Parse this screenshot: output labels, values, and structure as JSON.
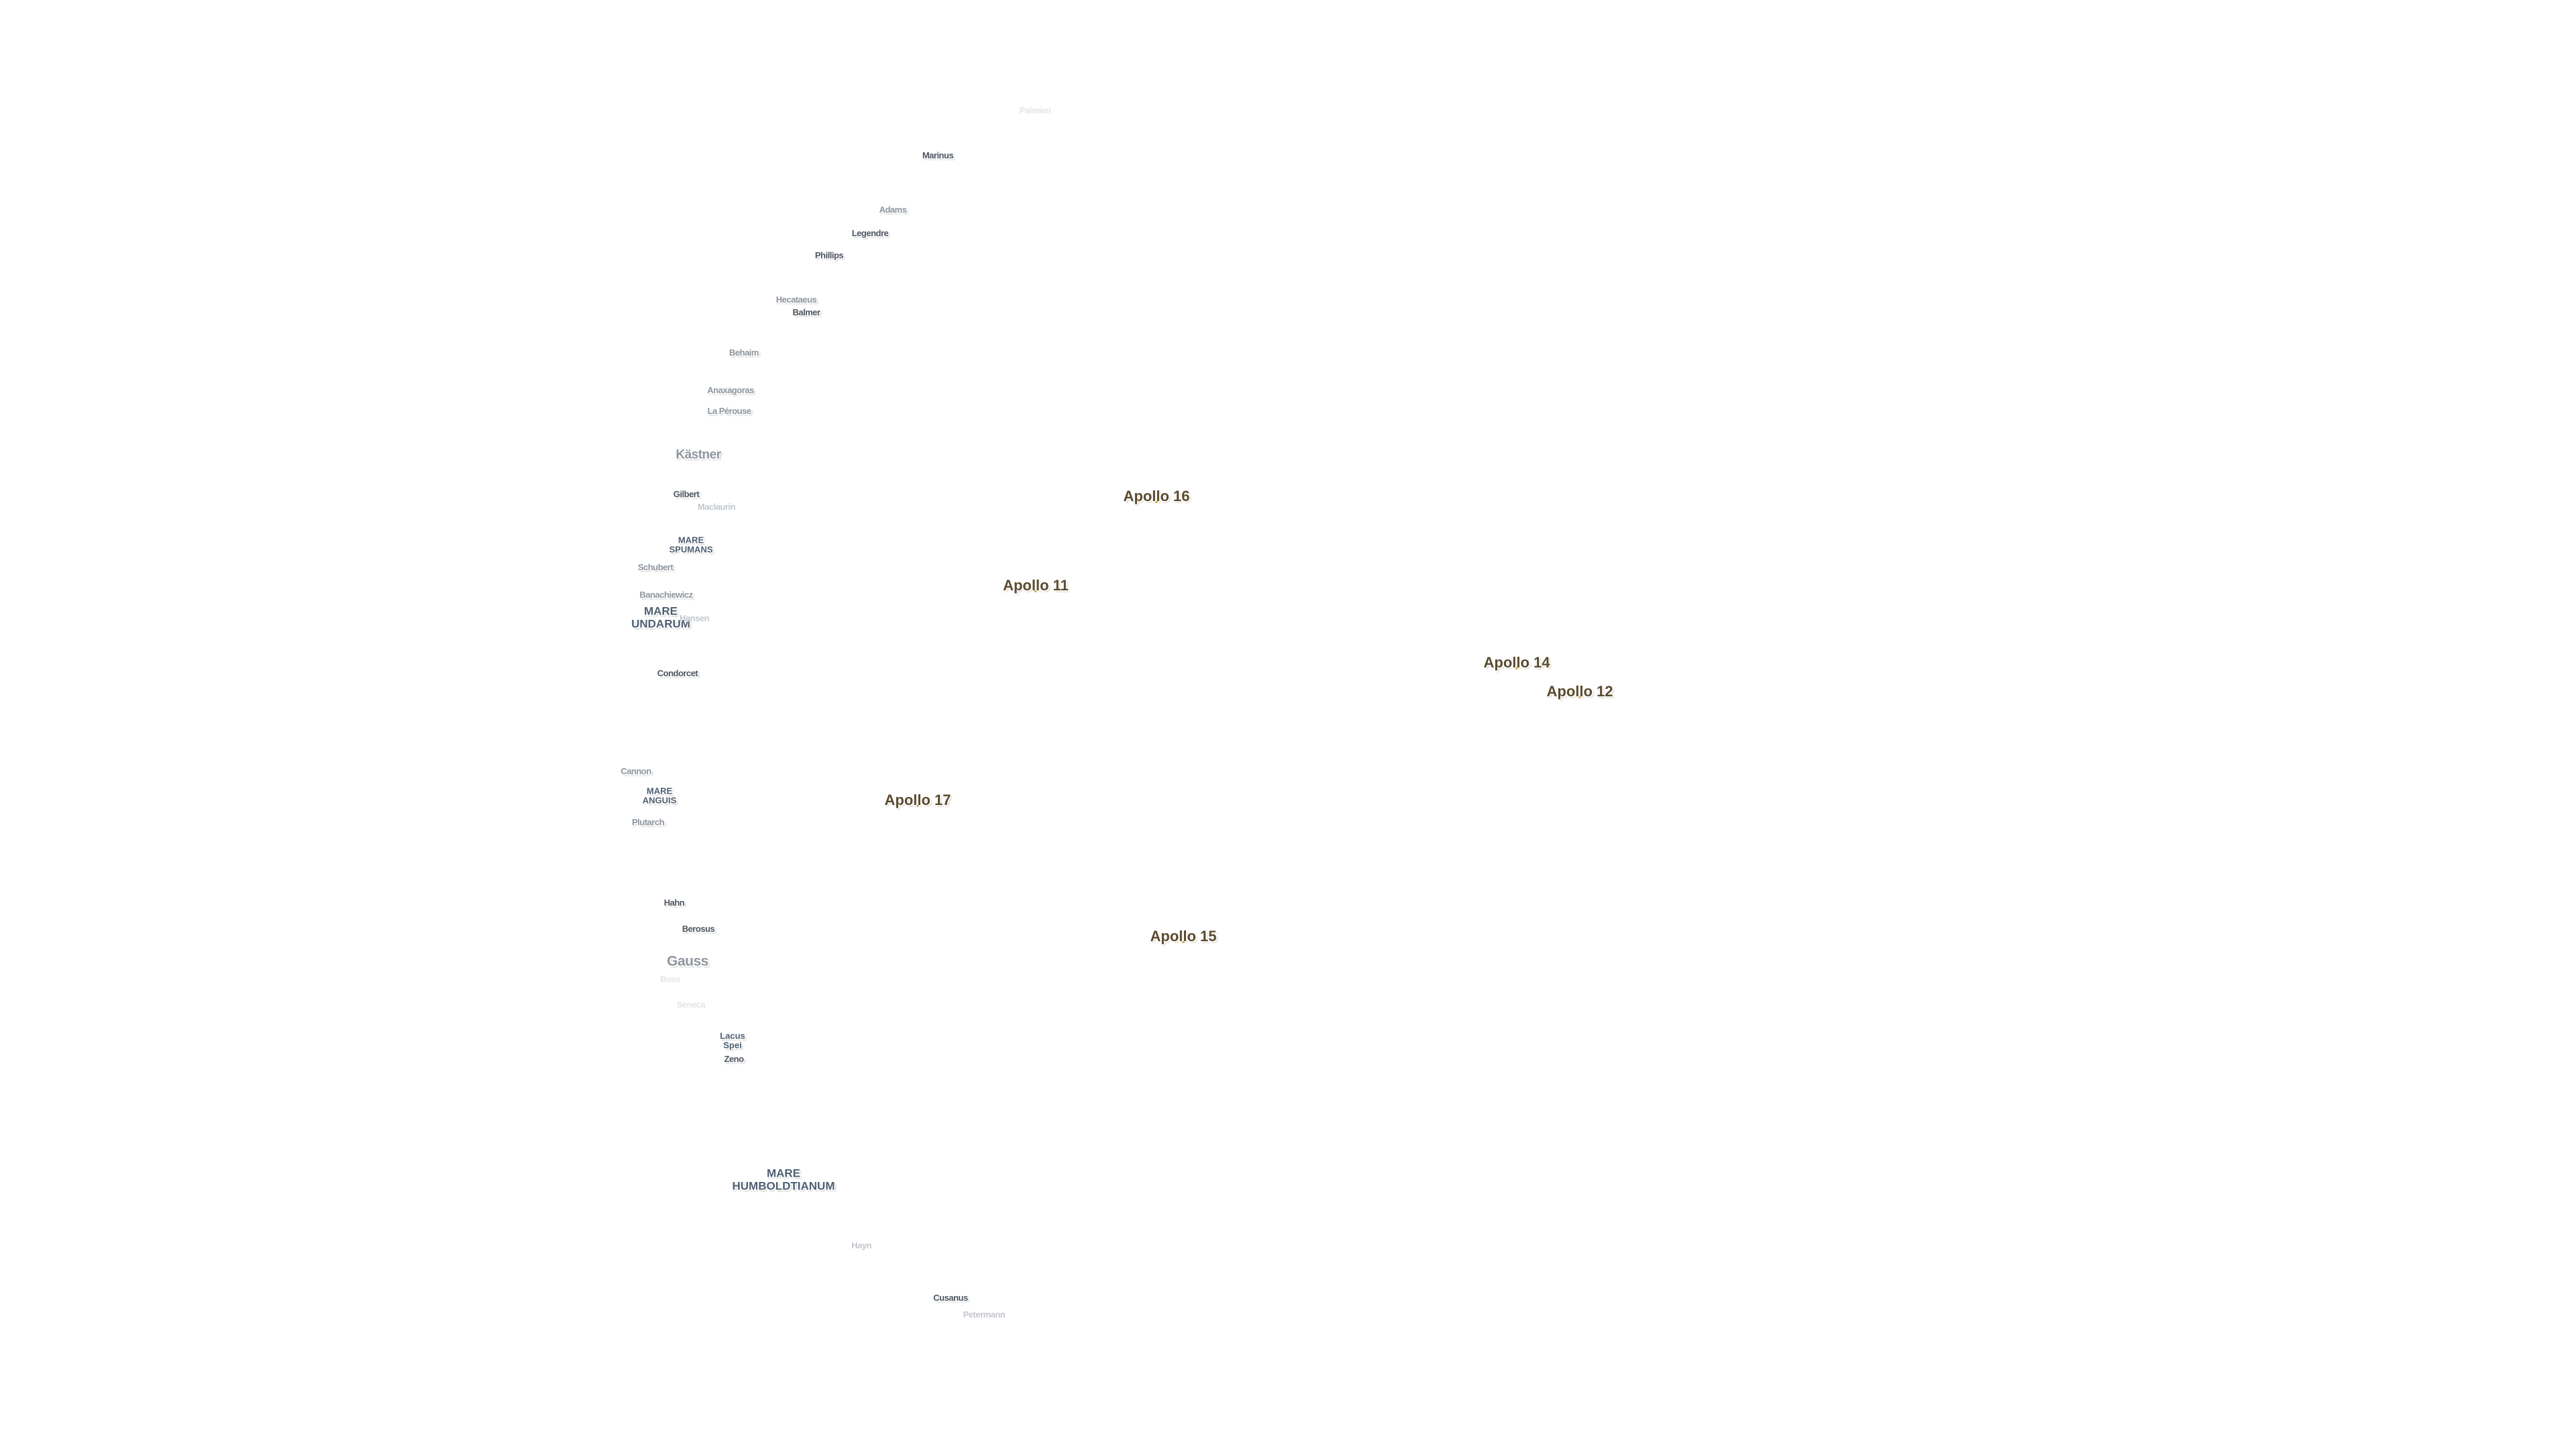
{
  "map": {
    "features": [
      {
        "label": "Palmieri",
        "style": "vvfaint"
      },
      {
        "label": "Marinus",
        "style": ""
      },
      {
        "label": "Adams",
        "style": "faint"
      },
      {
        "label": "Legendre",
        "style": ""
      },
      {
        "label": "Phillips",
        "style": ""
      },
      {
        "label": "Hecataeus",
        "style": "faint"
      },
      {
        "label": "Balmer",
        "style": ""
      },
      {
        "label": "Behaim",
        "style": "faint"
      },
      {
        "label": "Anaxagoras",
        "style": "faint"
      },
      {
        "label": "La Pérouse",
        "style": "faint"
      },
      {
        "label": "Kästner",
        "style": "faint big"
      },
      {
        "label": "Gilbert",
        "style": ""
      },
      {
        "label": "Maclaurin",
        "style": "vfaint"
      },
      {
        "label": "MARE\nSPUMANS",
        "style": "mare"
      },
      {
        "label": "Schubert",
        "style": "faint"
      },
      {
        "label": "Banachiewicz",
        "style": "faint"
      },
      {
        "label": "MARE\nUNDARUM",
        "style": "mare-l"
      },
      {
        "label": "Hansen",
        "style": "vfaint"
      },
      {
        "label": "Condorcet",
        "style": ""
      },
      {
        "label": "Cannon",
        "style": "faint"
      },
      {
        "label": "MARE\nANGUIS",
        "style": "mare"
      },
      {
        "label": "Plutarch",
        "style": "faint"
      },
      {
        "label": "Hahn",
        "style": ""
      },
      {
        "label": "Berosus",
        "style": ""
      },
      {
        "label": "Gauss",
        "style": "gauss"
      },
      {
        "label": "Boss",
        "style": "vvfaint"
      },
      {
        "label": "Seneca",
        "style": "vvfaint"
      },
      {
        "label": "Lacus\nSpei",
        "style": "mare"
      },
      {
        "label": "Zeno",
        "style": ""
      },
      {
        "label": "MARE\nHUMBOLDTIANUM",
        "style": "mare-l"
      },
      {
        "label": "Hayn",
        "style": "vfaint"
      },
      {
        "label": "Cusanus",
        "style": ""
      },
      {
        "label": "Petermann",
        "style": "vfaint"
      }
    ],
    "apollo_sites": [
      {
        "label": "Apollo 16"
      },
      {
        "label": "Apollo 11"
      },
      {
        "label": "Apollo 14"
      },
      {
        "label": "Apollo 12"
      },
      {
        "label": "Apollo 17"
      },
      {
        "label": "Apollo 15"
      }
    ],
    "colors": {
      "background": "#ffffff",
      "feature_text": "#4e5660",
      "mare_text": "#4e5f72",
      "apollo_text": "#5a4a2e",
      "apollo_marker": "#d49a1c"
    }
  }
}
